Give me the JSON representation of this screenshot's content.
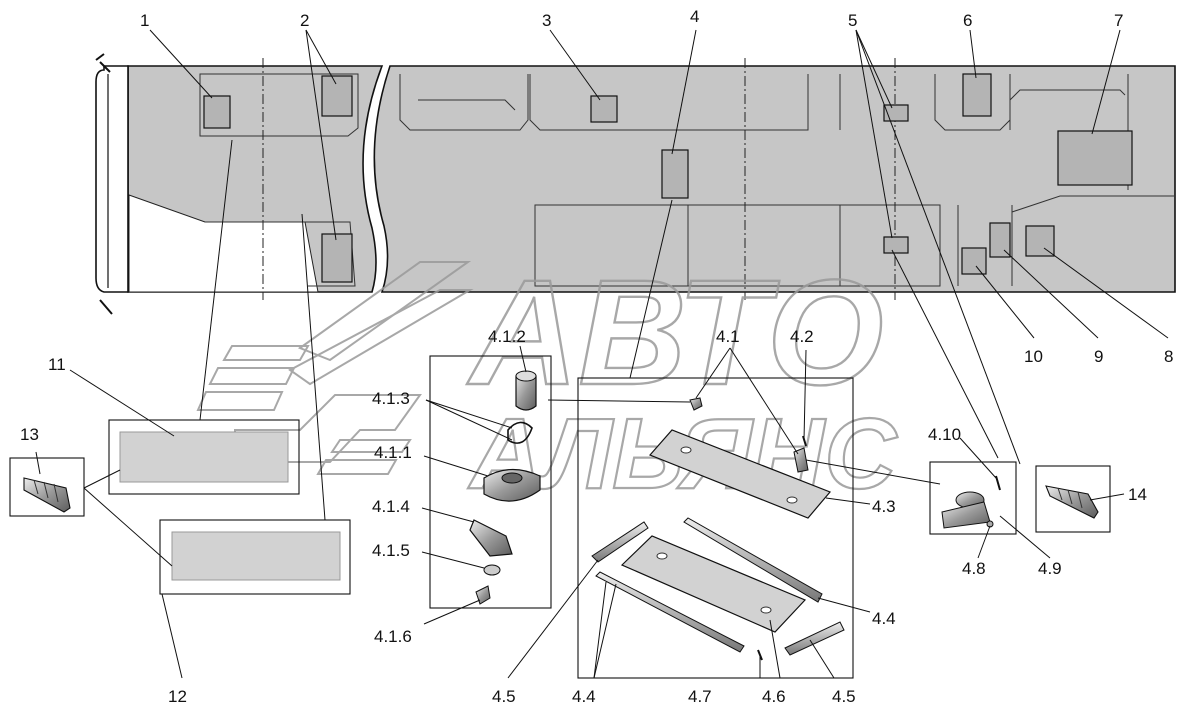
{
  "watermark": {
    "line1": "АВТО",
    "line2": "АЛЬЯНС"
  },
  "colors": {
    "background": "#ffffff",
    "bus_panel": "#c6c6c6",
    "outline": "#111111",
    "part_fill": "#b4b4b4",
    "plate_fill": "#d2d2d2",
    "watermark": "#d9d9d9"
  },
  "callouts": {
    "c1": "1",
    "c2": "2",
    "c3": "3",
    "c4": "4",
    "c5": "5",
    "c6": "6",
    "c7": "7",
    "c8": "8",
    "c9": "9",
    "c10": "10",
    "c11": "11",
    "c12": "12",
    "c13": "13",
    "c14": "14",
    "c4_1": "4.1",
    "c4_2": "4.2",
    "c4_3": "4.3",
    "c4_4a": "4.4",
    "c4_4b": "4.4",
    "c4_5a": "4.5",
    "c4_5b": "4.5",
    "c4_6": "4.6",
    "c4_7": "4.7",
    "c4_8": "4.8",
    "c4_9": "4.9",
    "c4_10": "4.10",
    "c4_1_1": "4.1.1",
    "c4_1_2": "4.1.2",
    "c4_1_3": "4.1.3",
    "c4_1_4": "4.1.4",
    "c4_1_5": "4.1.5",
    "c4_1_6": "4.1.6"
  }
}
